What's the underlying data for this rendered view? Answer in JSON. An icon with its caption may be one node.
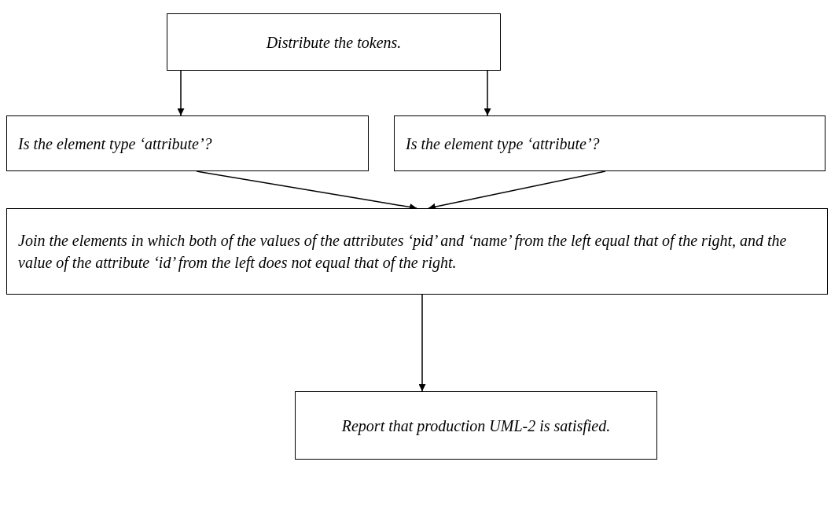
{
  "diagram": {
    "nodes": [
      {
        "text": [
          "Distribute the tokens."
        ]
      },
      {
        "text": [
          "Is the element type ‘attribute’?"
        ]
      },
      {
        "text": [
          "Is the element type ‘attribute’?"
        ]
      },
      {
        "text": [
          "Join the elements in which both of the values of the attributes ‘pid’ and ‘name’ from the left equal that of the right, and the value of the attribute ‘id’ from the left does not equal that of the right."
        ]
      },
      {
        "text": [
          "Report that production UML-2 is satisfied."
        ]
      }
    ],
    "edges": [
      {
        "from": 0,
        "to": 1,
        "arrow": "to"
      },
      {
        "from": 0,
        "to": 2,
        "arrow": "to"
      },
      {
        "from": 1,
        "to": 3,
        "arrow": "to"
      },
      {
        "from": 2,
        "to": 3,
        "arrow": "to"
      },
      {
        "from": 3,
        "to": 4,
        "arrow": "to"
      }
    ]
  }
}
